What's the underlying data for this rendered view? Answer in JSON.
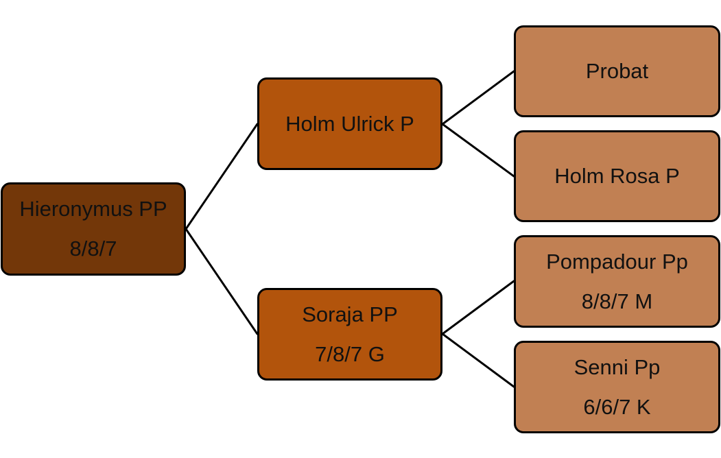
{
  "pedigree": {
    "root": {
      "name": "Hieronymus PP",
      "score": "8/8/7",
      "color": "#733709"
    },
    "sire": {
      "name": "Holm Ulrick P",
      "color": "#b2540c"
    },
    "dam": {
      "name": "Soraja PP",
      "score": "7/8/7 G",
      "color": "#b2540c"
    },
    "sire_sire": {
      "name": "Probat",
      "color": "#c18053"
    },
    "sire_dam": {
      "name": "Holm Rosa P",
      "color": "#c18053"
    },
    "dam_sire": {
      "name": "Pompadour Pp",
      "score": "8/8/7 M",
      "color": "#c18053"
    },
    "dam_dam": {
      "name": "Senni Pp",
      "score": "6/6/7 K",
      "color": "#c18053"
    }
  }
}
